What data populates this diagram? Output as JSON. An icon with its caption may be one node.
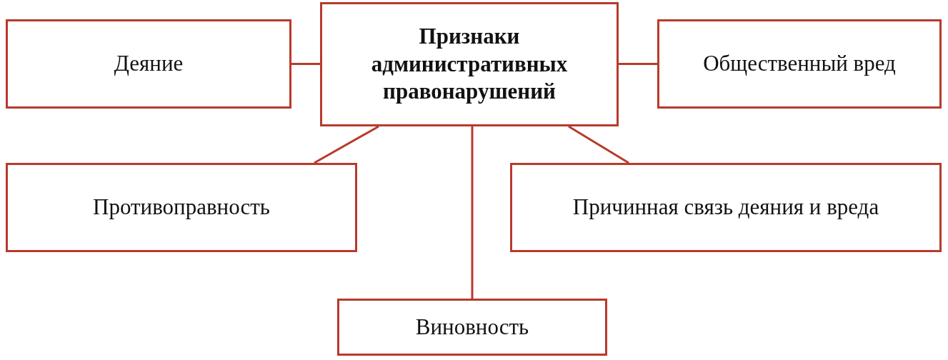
{
  "diagram": {
    "nodes": [
      {
        "text": [
          "Признаки административных правонарушений"
        ]
      },
      {
        "text": [
          "Деяние"
        ]
      },
      {
        "text": [
          "Общественный вред"
        ]
      },
      {
        "text": [
          "Противоправность"
        ]
      },
      {
        "text": [
          "Причинная связь деяния и вреда"
        ]
      },
      {
        "text": [
          "Виновность"
        ]
      }
    ],
    "edges": [
      {
        "from": 0,
        "to": 1,
        "arrow": "none"
      },
      {
        "from": 0,
        "to": 2,
        "arrow": "none"
      },
      {
        "from": 0,
        "to": 3,
        "arrow": "none"
      },
      {
        "from": 0,
        "to": 4,
        "arrow": "none"
      },
      {
        "from": 0,
        "to": 5,
        "arrow": "none"
      }
    ]
  }
}
